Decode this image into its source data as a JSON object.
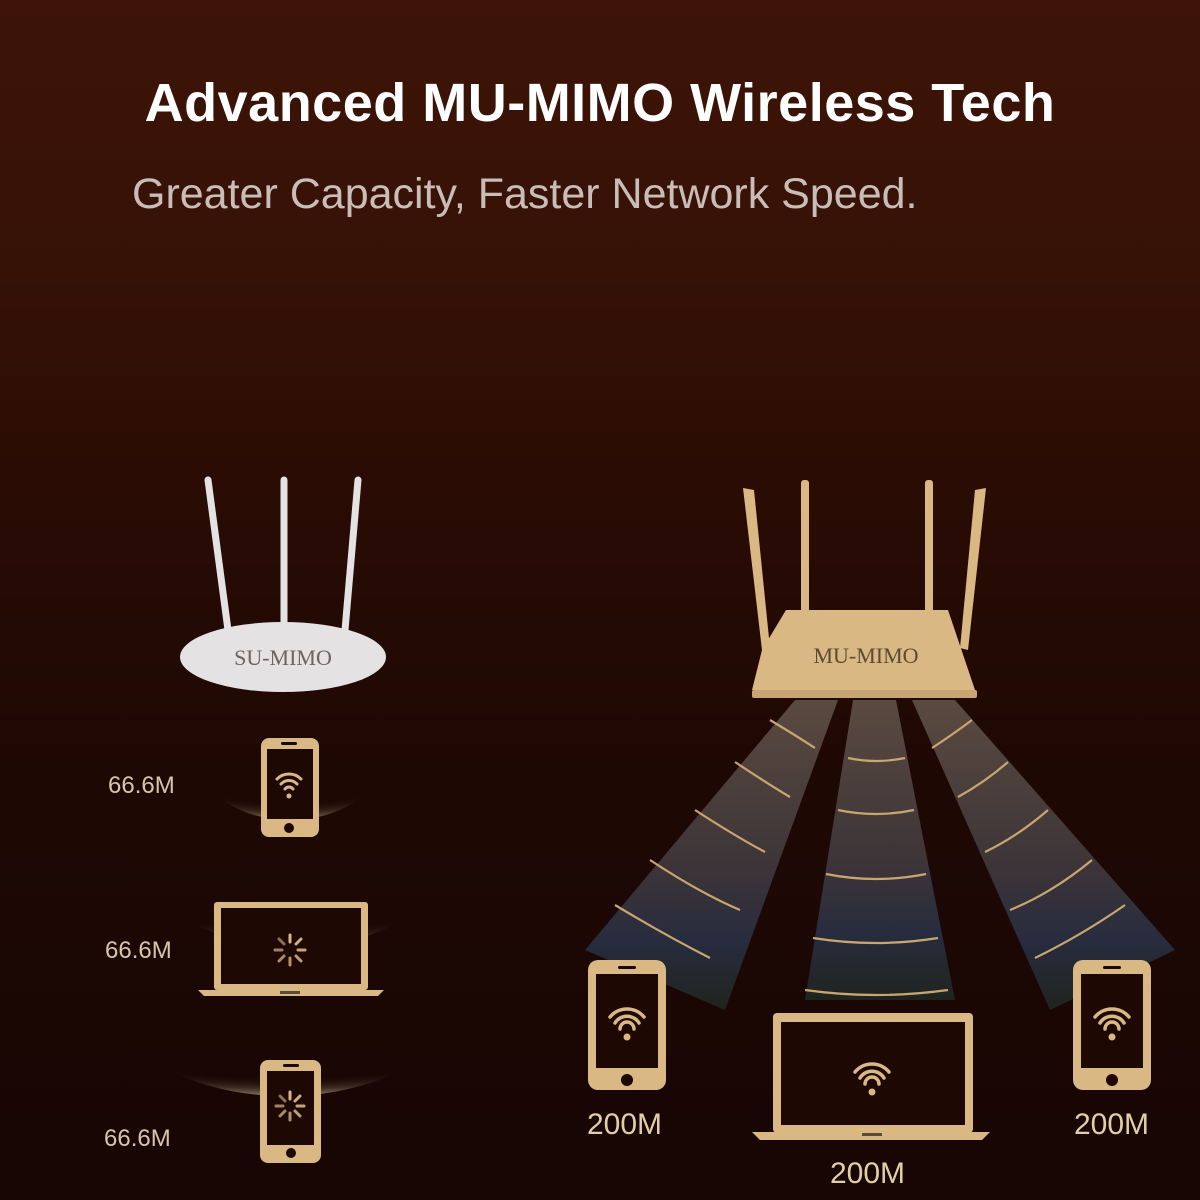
{
  "header": {
    "title": "Advanced MU-MIMO Wireless Tech",
    "subtitle": "Greater Capacity, Faster Network Speed."
  },
  "su_mimo": {
    "router_label": "SU-MIMO",
    "devices": [
      {
        "type": "phone",
        "status": "wifi-connected",
        "speed": "66.6M"
      },
      {
        "type": "laptop",
        "status": "loading",
        "speed": "66.6M"
      },
      {
        "type": "phone",
        "status": "loading",
        "speed": "66.6M"
      }
    ]
  },
  "mu_mimo": {
    "router_label": "MU-MIMO",
    "devices": [
      {
        "type": "phone",
        "status": "wifi-connected",
        "speed": "200M"
      },
      {
        "type": "laptop",
        "status": "wifi-connected",
        "speed": "200M"
      },
      {
        "type": "phone",
        "status": "wifi-connected",
        "speed": "200M"
      }
    ]
  },
  "colors": {
    "background": "#2a0c04",
    "gold": "#d9b883",
    "su_router": "#e4e2e2",
    "text_white": "#ffffff",
    "subtitle": "#c9bdb7"
  }
}
